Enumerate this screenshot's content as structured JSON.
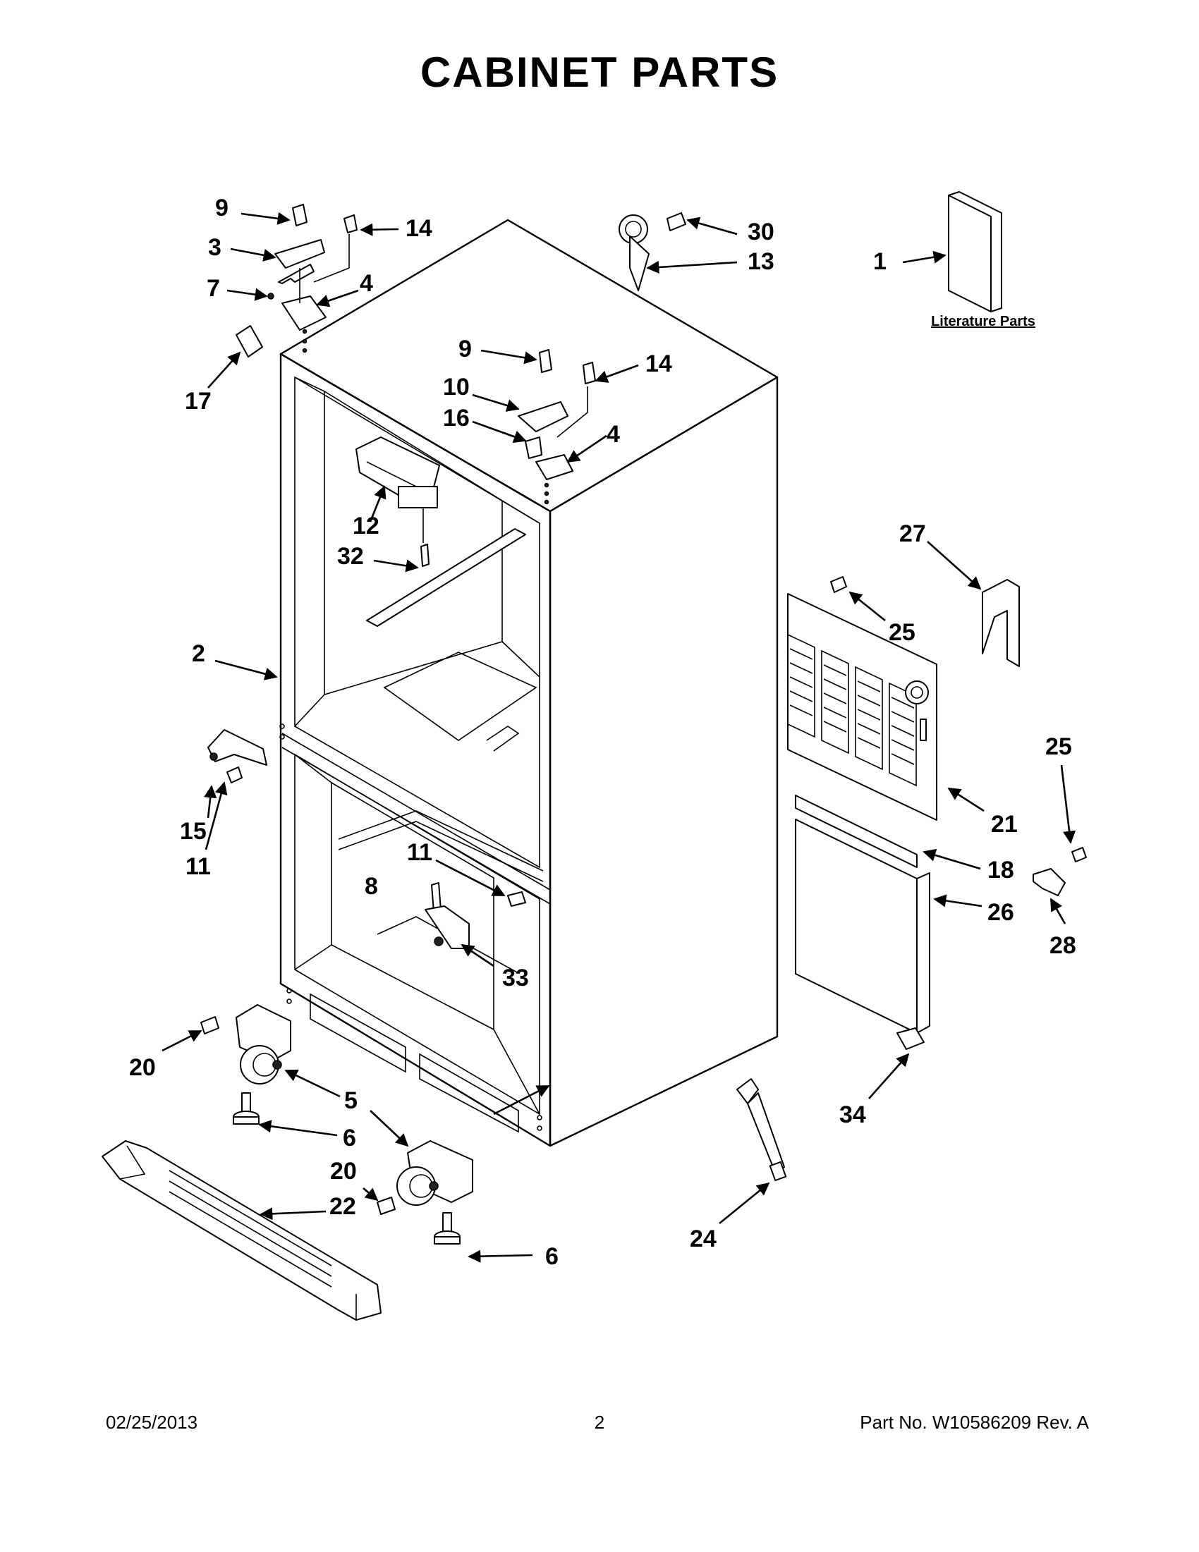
{
  "title": "CABINET PARTS",
  "literature_label": "Literature Parts",
  "callouts": {
    "c9a": "9",
    "c14a": "14",
    "c3": "3",
    "c7": "7",
    "c4a": "4",
    "c17": "17",
    "c30": "30",
    "c13": "13",
    "c1": "1",
    "c9b": "9",
    "c14b": "14",
    "c10": "10",
    "c16": "16",
    "c4b": "4",
    "c12": "12",
    "c32": "32",
    "c2": "2",
    "c27": "27",
    "c25a": "25",
    "c15": "15",
    "c11a": "11",
    "c11b": "11",
    "c8": "8",
    "c33": "33",
    "c25b": "25",
    "c21": "21",
    "c18": "18",
    "c26": "26",
    "c28": "28",
    "c20a": "20",
    "c5": "5",
    "c6a": "6",
    "c20b": "20",
    "c22": "22",
    "c6b": "6",
    "c34": "34",
    "c24": "24"
  },
  "footer": {
    "date": "02/25/2013",
    "page": "2",
    "part_no": "Part No.  W10586209  Rev.  A"
  }
}
